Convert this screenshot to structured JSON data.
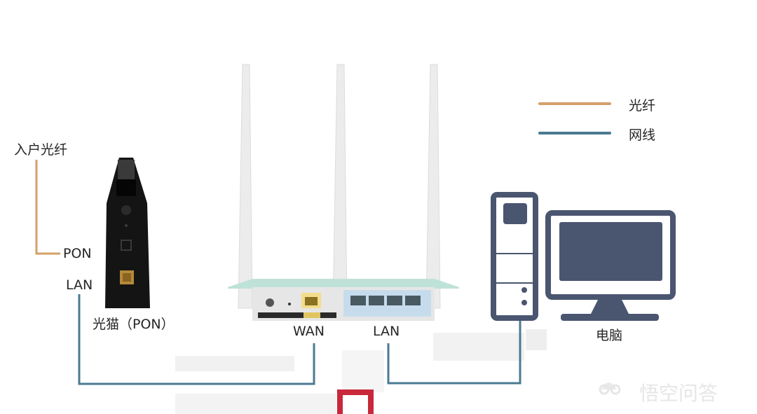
{
  "legend": {
    "items": [
      {
        "label": "光纤",
        "color": "#d4a06a"
      },
      {
        "label": "网线",
        "color": "#4a7a92"
      }
    ]
  },
  "devices": {
    "modem": {
      "name": "光猫（PON）",
      "incoming_label": "入户光纤",
      "ports": {
        "pon": "PON",
        "lan": "LAN"
      }
    },
    "router": {
      "ports": {
        "wan": "WAN",
        "lan": "LAN"
      },
      "antenna_count": 3,
      "lan_port_count": 4
    },
    "computer": {
      "name": "电脑"
    }
  },
  "colors": {
    "fiber": "#d4a06a",
    "ethernet": "#4a7a92",
    "device_dark": "#4a5670",
    "router_teal": "#bfe2d8",
    "router_lan_panel": "#c6dcec",
    "wan_port": "#d9b84a",
    "highlight_red": "#c8283a"
  },
  "watermark": {
    "text": "悟空问答"
  }
}
